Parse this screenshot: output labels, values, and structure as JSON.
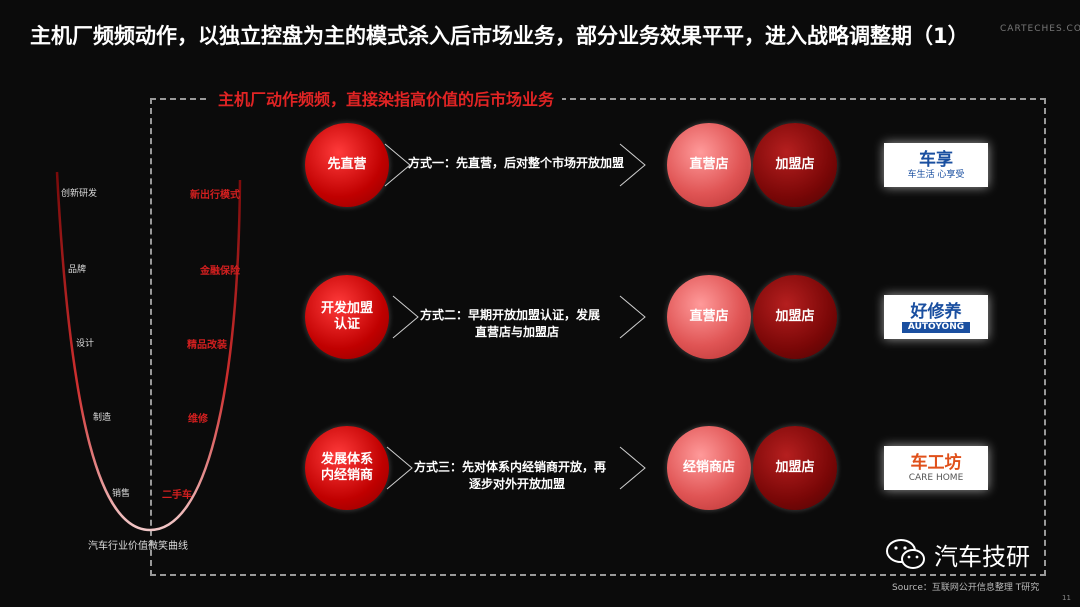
{
  "title": "主机厂频频动作，以独立控盘为主的模式杀入后市场业务，部分业务效果平平，进入战略调整期（1）",
  "brand_corner": "CARTECHES.COM",
  "subtitle": "主机厂动作频频，直接染指高价值的后市场业务",
  "curve": {
    "caption": "汽车行业价值微笑曲线",
    "left_labels": [
      "创新研发",
      "品牌",
      "设计",
      "制造",
      "销售"
    ],
    "right_labels": [
      "新出行模式",
      "金融保险",
      "精品改装",
      "维修",
      "二手车"
    ]
  },
  "rows": [
    {
      "circle": "先直营",
      "mode": "方式一：先直营，后对整个市场开放加盟",
      "store": "直营店",
      "franchise": "加盟店",
      "logo_main": "车享",
      "logo_sub": "车生活 心享受"
    },
    {
      "circle": "开发加盟认证",
      "mode_line1": "方式二：早期开放加盟认证，发展",
      "mode_line2": "直营店与加盟店",
      "store": "直营店",
      "franchise": "加盟店",
      "logo_main": "好修养",
      "logo_sub": "AUTOYONG"
    },
    {
      "circle": "发展体系内经销商",
      "mode_line1": "方式三：先对体系内经销商开放，再",
      "mode_line2": "逐步对外开放加盟",
      "store": "经销商店",
      "franchise": "加盟店",
      "logo_main": "车工坊",
      "logo_sub": "CARE HOME"
    }
  ],
  "wechat_name": "汽车技研",
  "source": "Source：互联网公开信息整理 T研究",
  "page_number": "11"
}
